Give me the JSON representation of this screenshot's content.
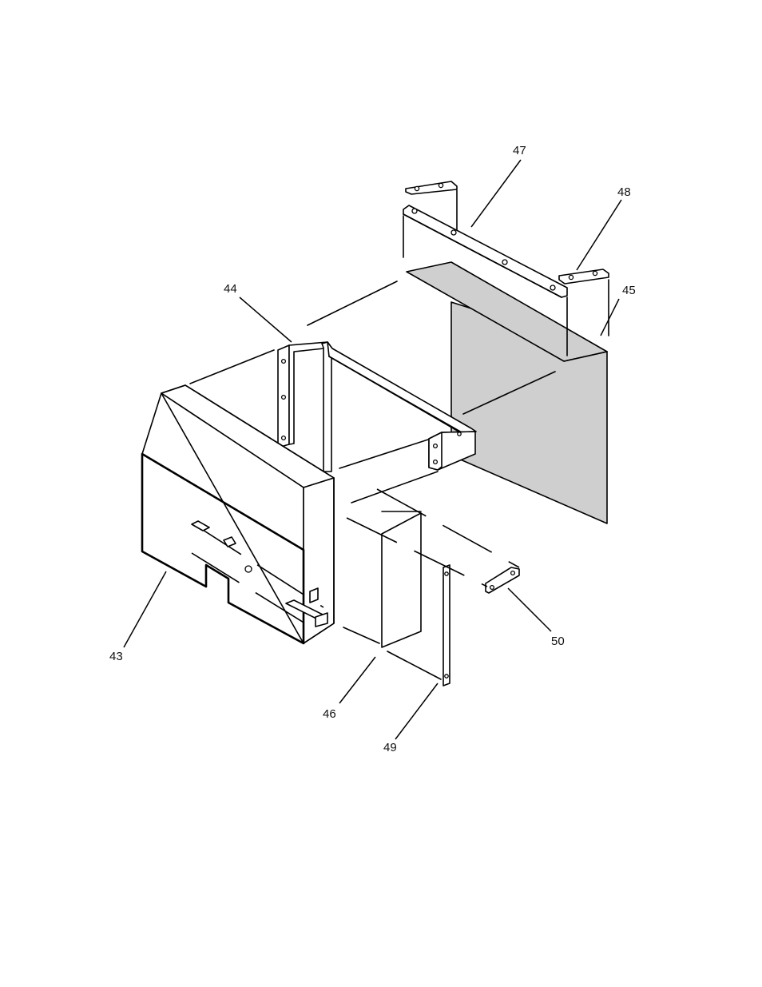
{
  "callouts": {
    "c43": "43",
    "c44": "44",
    "c45": "45",
    "c46": "46",
    "c47": "47",
    "c48": "48",
    "c49": "49",
    "c50": "50"
  },
  "colors": {
    "panel_fill": "#cfcfcf",
    "line": "#000000",
    "background": "#ffffff"
  }
}
